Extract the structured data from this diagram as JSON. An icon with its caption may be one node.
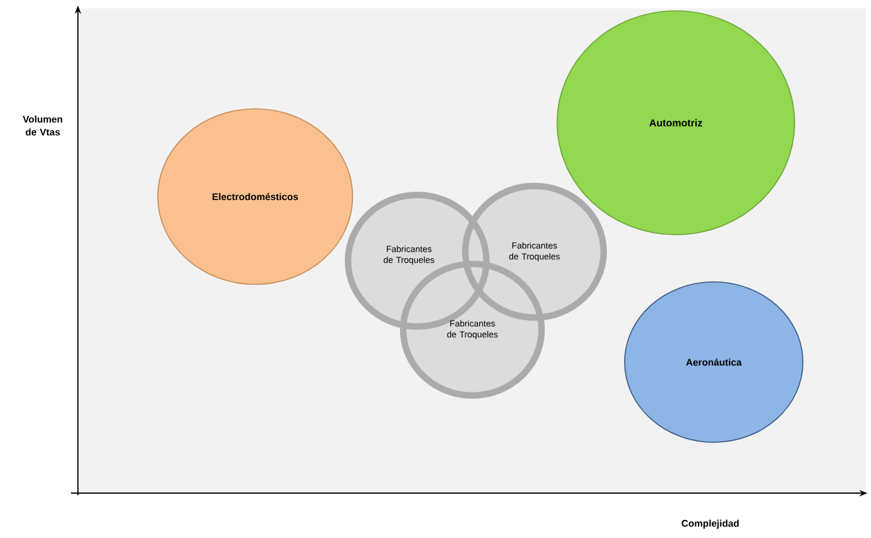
{
  "diagram": {
    "nodes": [
      {
        "text": [
          "Electrodomésticos"
        ]
      },
      {
        "text": [
          "Automotriz"
        ]
      },
      {
        "text": [
          "Fabricantes de Troqueles"
        ]
      },
      {
        "text": [
          "Fabricantes de Troqueles"
        ]
      },
      {
        "text": [
          "Fabricantes de Troqueles"
        ]
      },
      {
        "text": [
          "Aeronáutica"
        ]
      }
    ],
    "labels": [
      "Volumen de Vtas",
      "Complejidad"
    ]
  }
}
